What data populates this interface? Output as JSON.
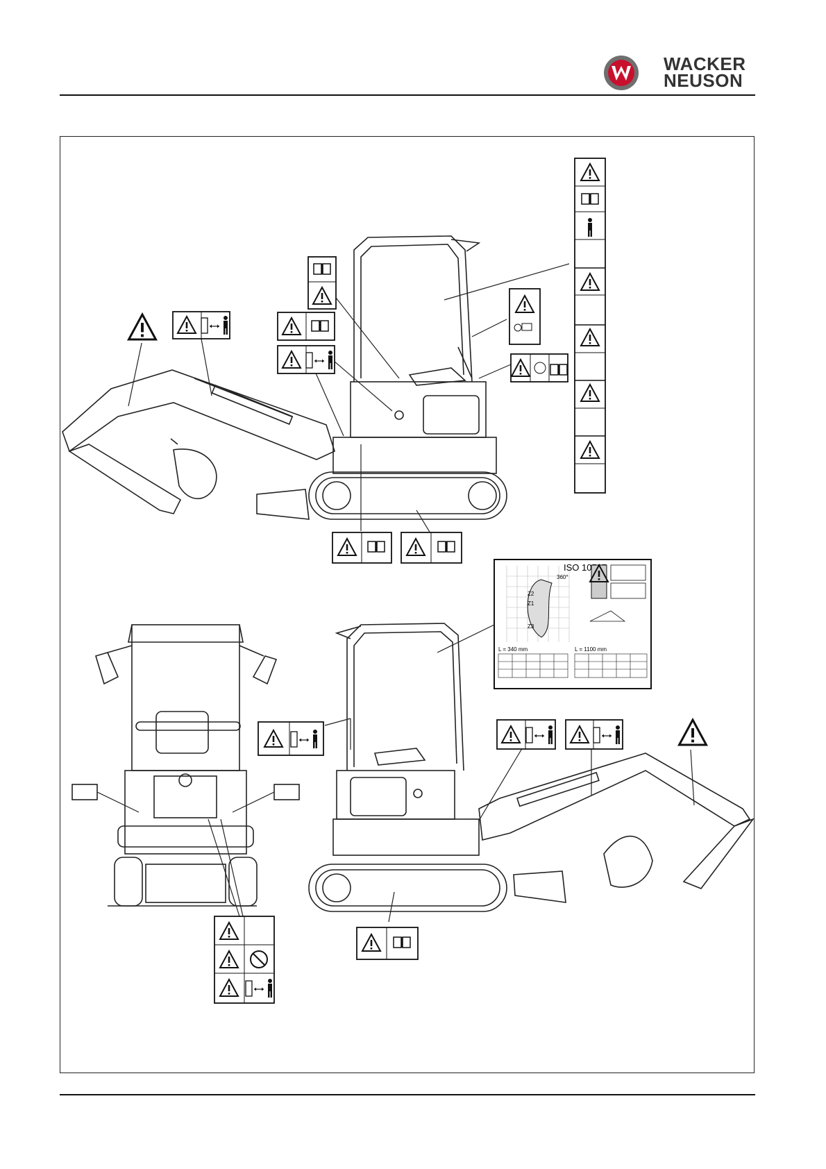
{
  "brand": {
    "name_line1": "WACKER",
    "name_line2": "NEUSON",
    "colors": {
      "mark_red": "#c8102e",
      "mark_grey": "#6f6f6f",
      "text_grey": "#333333"
    }
  },
  "load_chart": {
    "standard": "ISO 10567",
    "rotation": "360°",
    "zones": [
      "Z1",
      "Z2",
      "Z3"
    ],
    "left_length": "L = 340 mm",
    "right_length": "L = 1100 mm"
  }
}
